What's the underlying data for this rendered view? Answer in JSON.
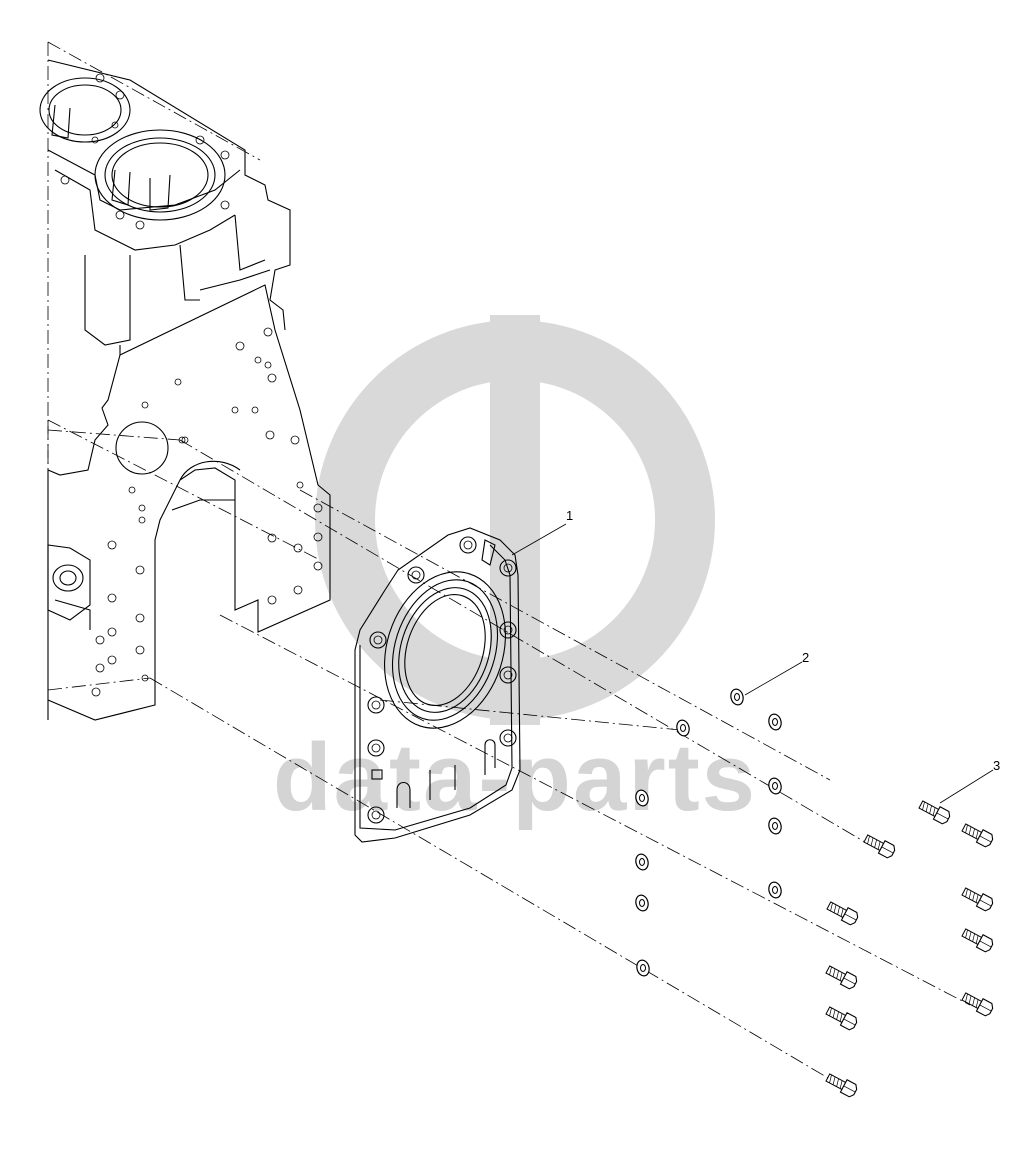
{
  "watermark": {
    "text": "data-parts",
    "color": "#d4d4d4"
  },
  "callouts": [
    {
      "id": "1",
      "label": "1"
    },
    {
      "id": "2",
      "label": "2"
    },
    {
      "id": "3",
      "label": "3"
    }
  ],
  "parts": {
    "flange_plate": "part-1",
    "washers": "part-2",
    "bolts": "part-3"
  }
}
